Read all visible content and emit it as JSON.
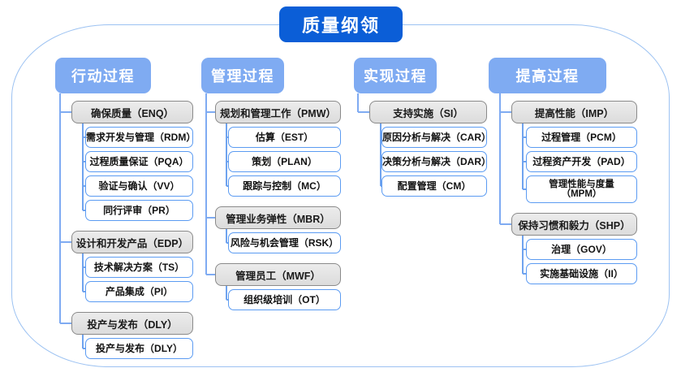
{
  "title": "质量纲领",
  "colors": {
    "title_bg": "#0b5ed7",
    "column_header_bg": "#7fabf2",
    "group_box_border": "#8a8a8a",
    "leaf_box_border": "#5b9bf2",
    "connector": "#7fabf2",
    "frame_border": "#9cc2f2",
    "page_bg": "#ffffff"
  },
  "columns": [
    {
      "header": "行动过程",
      "groups": [
        {
          "label": "确保质量（ENQ）",
          "children": [
            "需求开发与管理（RDM）",
            "过程质量保证（PQA）",
            "验证与确认（VV）",
            "同行评审（PR）"
          ]
        },
        {
          "label": "设计和开发产品（EDP）",
          "children": [
            "技术解决方案（TS）",
            "产品集成（PI）"
          ]
        },
        {
          "label": "投产与发布（DLY）",
          "children": [
            "投产与发布（DLY）"
          ]
        }
      ]
    },
    {
      "header": "管理过程",
      "groups": [
        {
          "label": "规划和管理工作（PMW）",
          "children": [
            "估算（EST）",
            "策划（PLAN）",
            "跟踪与控制（MC）"
          ]
        },
        {
          "label": "管理业务弹性（MBR）",
          "children": [
            "风险与机会管理（RSK）"
          ]
        },
        {
          "label": "管理员工（MWF）",
          "children": [
            "组织级培训（OT）"
          ]
        }
      ]
    },
    {
      "header": "实现过程",
      "groups": [
        {
          "label": "支持实施（SI）",
          "children": [
            "原因分析与解决（CAR）",
            "决策分析与解决（DAR）",
            "配置管理（CM）"
          ]
        }
      ]
    },
    {
      "header": "提高过程",
      "groups": [
        {
          "label": "提高性能（IMP）",
          "children": [
            "过程管理（PCM）",
            "过程资产开发（PAD）",
            "管理性能与度量（MPM）"
          ]
        },
        {
          "label": "保持习惯和毅力（SHP）",
          "children": [
            "治理（GOV）",
            "实施基础设施（II）"
          ]
        }
      ]
    }
  ]
}
